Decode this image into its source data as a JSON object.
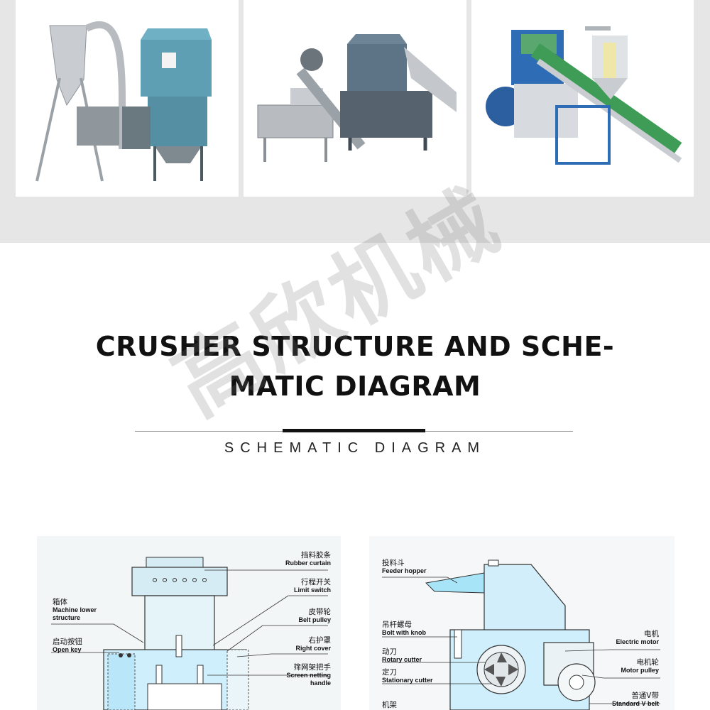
{
  "watermark": "高欣机械",
  "gallery": {
    "photos": [
      {
        "name": "crusher-with-hopper-loader-photo"
      },
      {
        "name": "crusher-with-screw-conveyor-photo"
      },
      {
        "name": "crusher-with-belt-conveyor-photo"
      }
    ]
  },
  "heading": {
    "title_line1": "CRUSHER STRUCTURE AND SCHE-",
    "title_line2": "MATIC DIAGRAM",
    "subtitle": "SCHEMATIC DIAGRAM"
  },
  "colors": {
    "accent_blue": "#cfeffc",
    "machine_teal": "#5f9fb4",
    "machine_blue": "#2e6db5",
    "rule_dark": "#111111"
  },
  "diagram_left": {
    "labels": [
      {
        "cn": "挡料胶条",
        "en": "Rubber curtain"
      },
      {
        "cn": "行程开关",
        "en": "Limit switch"
      },
      {
        "cn": "皮带轮",
        "en": "Belt pulley"
      },
      {
        "cn": "右护罩",
        "en": "Right cover"
      },
      {
        "cn": "筛网架把手",
        "en": "Screen netting",
        "en2": "handle"
      },
      {
        "cn": "箱体",
        "en": "Machine lower",
        "en2": "structure"
      },
      {
        "cn": "启动按钮",
        "en": "Open key"
      }
    ]
  },
  "diagram_right": {
    "labels": [
      {
        "cn": "投料斗",
        "en": "Feeder hopper"
      },
      {
        "cn": "吊杆螺母",
        "en": "Bolt with knob"
      },
      {
        "cn": "动刀",
        "en": "Rotary cutter"
      },
      {
        "cn": "定刀",
        "en": "Stationary cutter"
      },
      {
        "cn": "机架",
        "en": ""
      },
      {
        "cn": "电机",
        "en": "Electric motor"
      },
      {
        "cn": "电机轮",
        "en": "Motor pulley"
      },
      {
        "cn": "普通V带",
        "en": "Standard V belt"
      }
    ]
  }
}
